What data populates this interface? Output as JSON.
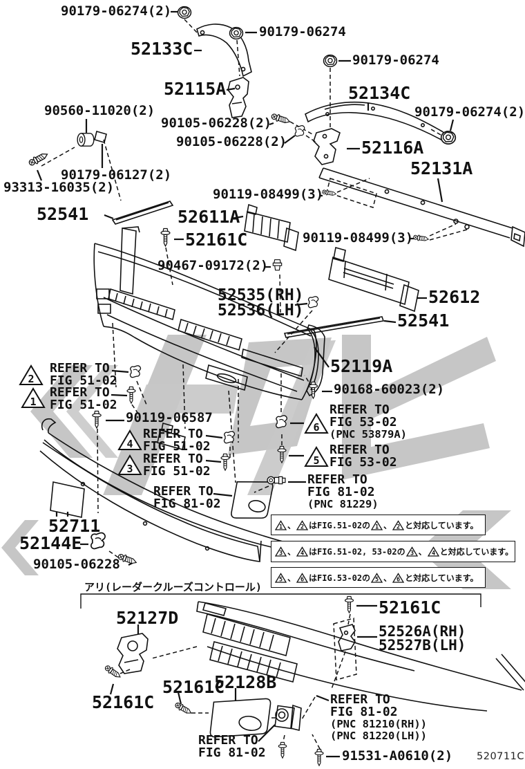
{
  "figure_code": "520711C",
  "section_label_jp": "アリ(レーダークルーズコントロール)",
  "labels": {
    "bolt_a1": "90179-06274(2)",
    "bolt_a2": "90179-06274",
    "bracket_52133c": "52133C",
    "bolt_a3": "90179-06274",
    "bracket_52115a": "52115A",
    "apron_52134c": "52134C",
    "cushion_90560": "90560-11020(2)",
    "screw_90105_1": "90105-06228(2)",
    "bolt_a4": "90179-06274(2)",
    "screw_90105_2": "90105-06228(2)",
    "bracket_52116a": "52116A",
    "reinforcement_52131a": "52131A",
    "clip_90179_06127": "90179-06127(2)",
    "screw_93313": "93313-16035(2)",
    "bolt_90119_08499_1": "90119-08499(3)",
    "seal_52541_left": "52541",
    "absorber_52611a": "52611A",
    "bolt_90119_08499_2": "90119-08499(3)",
    "screw_52161c_top": "52161C",
    "grommet_90467": "90467-09172(2)",
    "retainer_52535_rh": "52535(RH)",
    "retainer_52536_lh": "52536(LH)",
    "absorber_52612": "52612",
    "seal_52541_right": "52541",
    "side_seal_52119a": "52119A",
    "screw_90168": "90168-60023(2)",
    "bolt_90119_06587": "90119-06587",
    "spoiler_52711": "52711",
    "clip_52144e": "52144E",
    "screw_90105_3": "90105-06228",
    "screw_52161c_bottom_right": "52161C",
    "bracket_52127d": "52127D",
    "retainer_52526a_rh": "52526A(RH)",
    "retainer_52527b_lh": "52527B(LH)",
    "screw_52161c_bottom_left": "52161C",
    "screw_52161c_bottom_mid": "52161C",
    "cover_52128b": "52128B",
    "screw_91531": "91531-A0610(2)"
  },
  "refer_blocks": {
    "t2": {
      "tri": "2",
      "l1": "REFER TO",
      "l2": "FIG 51-02"
    },
    "t1": {
      "tri": "1",
      "l1": "REFER TO",
      "l2": "FIG 51-02"
    },
    "t4": {
      "tri": "4",
      "l1": "REFER TO",
      "l2": "FIG 51-02"
    },
    "t3": {
      "tri": "3",
      "l1": "REFER TO",
      "l2": "FIG 51-02"
    },
    "t6": {
      "tri": "6",
      "l1": "REFER TO",
      "l2": "FIG 53-02",
      "l3": "(PNC 53879A)"
    },
    "t5": {
      "tri": "5",
      "l1": "REFER TO",
      "l2": "FIG 53-02"
    },
    "fog_left": {
      "l1": "REFER TO",
      "l2": "FIG 81-02"
    },
    "fog_right": {
      "l1": "REFER TO",
      "l2": "FIG 81-02",
      "l3": "(PNC 81229)"
    },
    "fog_bottom_left": {
      "l1": "REFER TO",
      "l2": "FIG 81-02"
    },
    "fog_bottom_right": {
      "l1": "REFER TO",
      "l2": "FIG 81-02",
      "l3": "(PNC 81210(RH))",
      "l4": "(PNC 81220(LH))"
    }
  },
  "notes": [
    {
      "a": "1",
      "b": "2",
      "comma": "、",
      "mid": "はFIG.51-02の",
      "tail": "と対応しています。"
    },
    {
      "a": "3",
      "b": "4",
      "comma": "、",
      "mid": "はFIG.51-02, 53-02の",
      "tail": "と対応しています。"
    },
    {
      "a": "5",
      "b": "6",
      "comma": "、",
      "mid": "はFIG.53-02の",
      "tail": "と対応しています。"
    }
  ]
}
